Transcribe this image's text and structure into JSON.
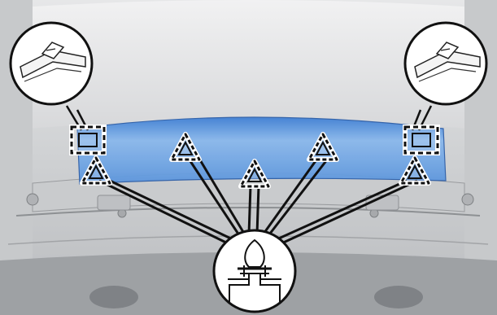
{
  "diagram": {
    "subject": "vehicle-trunk-lid-trim-panel-removal",
    "fasteners": {
      "clip_markers": [
        "clip-marker-left-outer",
        "clip-marker-left-inner",
        "clip-marker-center",
        "clip-marker-right-inner",
        "clip-marker-right-outer"
      ],
      "claw_markers": [
        "claw-marker-left",
        "claw-marker-right"
      ]
    },
    "colors": {
      "highlight_panel": "#6fa9e6",
      "line_art": "#1b1b1b",
      "background_gray": "#d9dadb"
    },
    "icons": [
      "magnifier-claw-left-icon",
      "magnifier-claw-right-icon",
      "magnifier-clip-icon",
      "triangle-clip-icon",
      "dashed-square-claw-icon"
    ]
  }
}
